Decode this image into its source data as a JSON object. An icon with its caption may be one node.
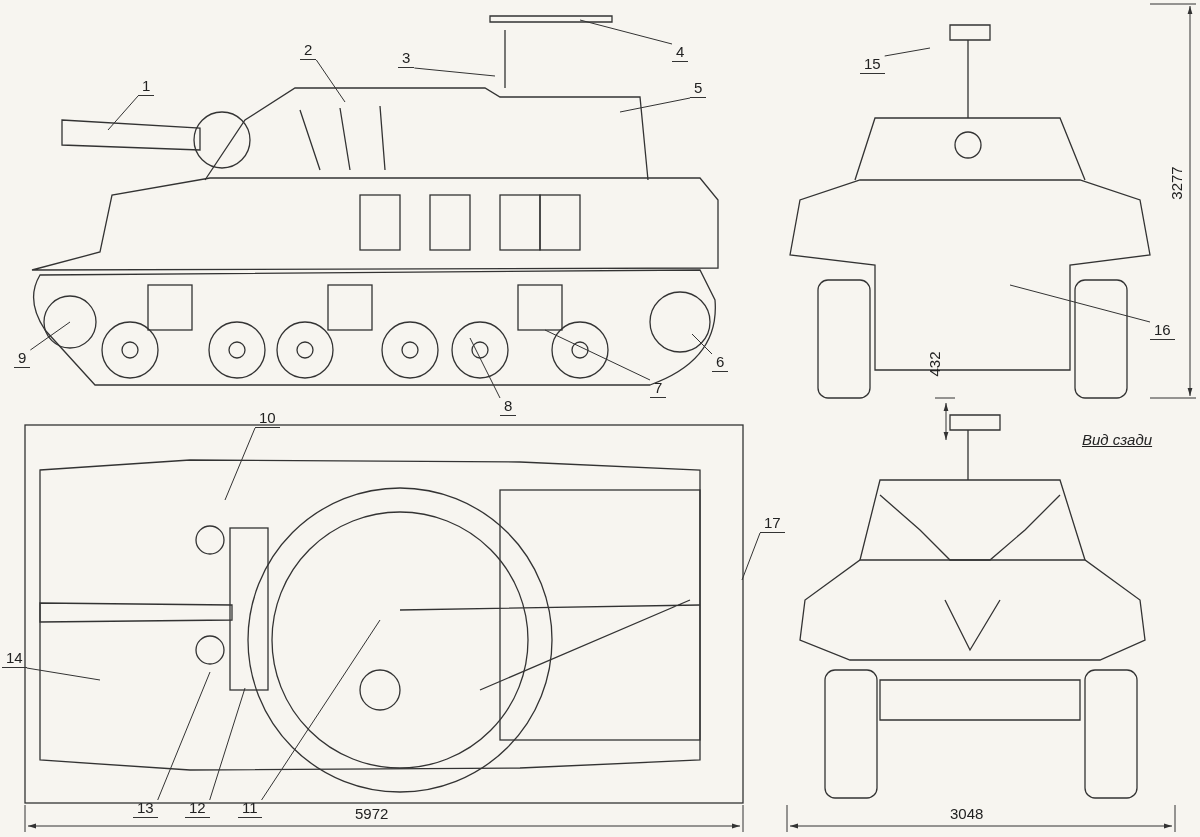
{
  "diagram": {
    "nodes": [
      {
        "text": [
          "1"
        ]
      },
      {
        "text": [
          "2"
        ]
      },
      {
        "text": [
          "3"
        ]
      },
      {
        "text": [
          "4"
        ]
      },
      {
        "text": [
          "5"
        ]
      },
      {
        "text": [
          "6"
        ]
      },
      {
        "text": [
          "7"
        ]
      },
      {
        "text": [
          "8"
        ]
      },
      {
        "text": [
          "9"
        ]
      },
      {
        "text": [
          "10"
        ]
      },
      {
        "text": [
          "11"
        ]
      },
      {
        "text": [
          "12"
        ]
      },
      {
        "text": [
          "13"
        ]
      },
      {
        "text": [
          "14"
        ]
      },
      {
        "text": [
          "15"
        ]
      },
      {
        "text": [
          "16"
        ]
      },
      {
        "text": [
          "17"
        ]
      }
    ],
    "edges": [
      {
        "from": 0,
        "to": null,
        "arrow": "none"
      },
      {
        "from": 1,
        "to": null,
        "arrow": "none"
      },
      {
        "from": 2,
        "to": null,
        "arrow": "none"
      },
      {
        "from": 3,
        "to": null,
        "arrow": "none"
      },
      {
        "from": 4,
        "to": null,
        "arrow": "none"
      },
      {
        "from": 5,
        "to": null,
        "arrow": "none"
      },
      {
        "from": 6,
        "to": null,
        "arrow": "none"
      },
      {
        "from": 7,
        "to": null,
        "arrow": "none"
      },
      {
        "from": 8,
        "to": null,
        "arrow": "none"
      },
      {
        "from": 9,
        "to": null,
        "arrow": "none"
      },
      {
        "from": 10,
        "to": null,
        "arrow": "none"
      },
      {
        "from": 11,
        "to": null,
        "arrow": "none"
      },
      {
        "from": 12,
        "to": null,
        "arrow": "none"
      },
      {
        "from": 13,
        "to": null,
        "arrow": "none"
      },
      {
        "from": 14,
        "to": null,
        "arrow": "none"
      },
      {
        "from": 15,
        "to": null,
        "arrow": "none"
      },
      {
        "from": 16,
        "to": null,
        "arrow": "none"
      }
    ],
    "labels": [
      "3277",
      "432",
      "Вид сзади",
      "5972",
      "3048"
    ]
  }
}
